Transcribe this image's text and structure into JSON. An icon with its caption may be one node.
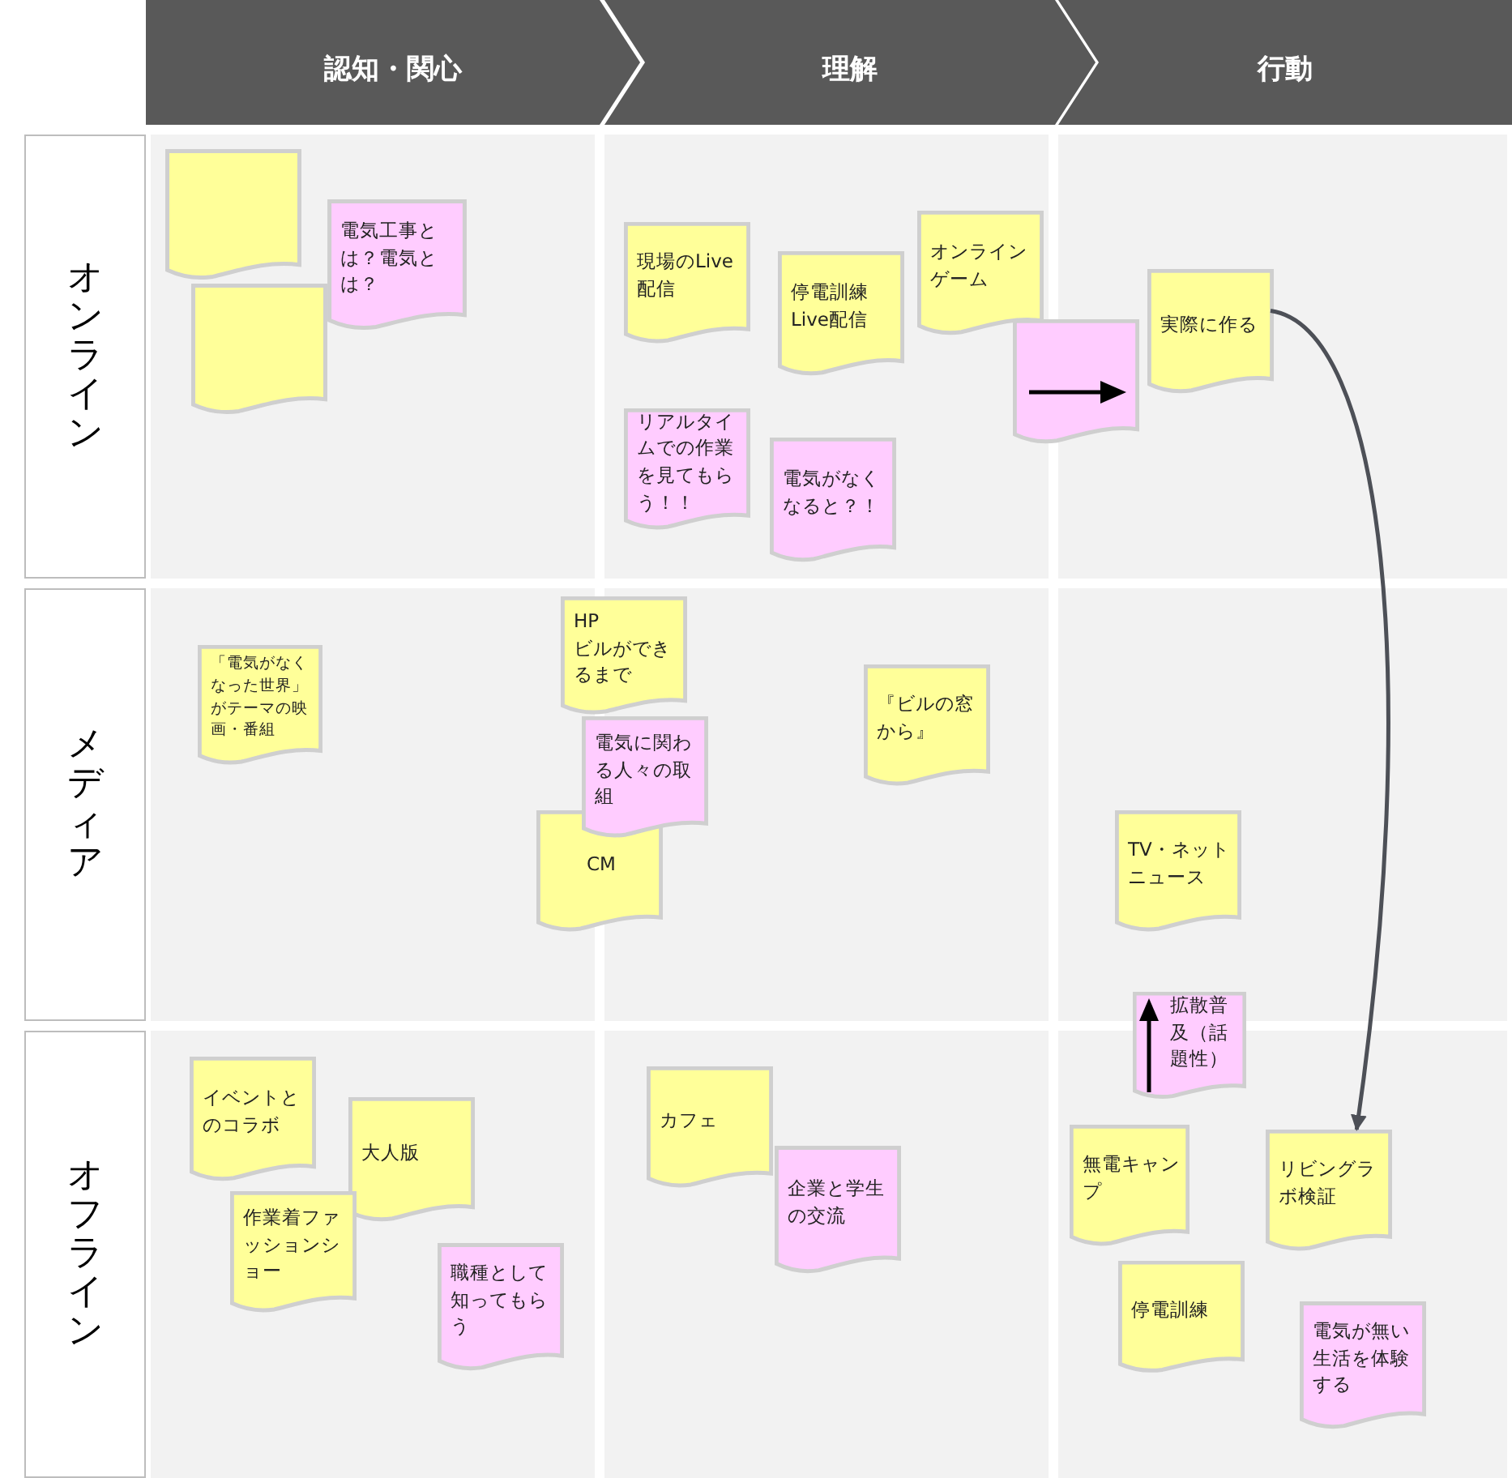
{
  "diagram": {
    "nodes": [
      {
        "text": [
          "認知・関心"
        ]
      },
      {
        "text": [
          "理解"
        ]
      },
      {
        "text": [
          "行動"
        ]
      },
      {
        "text": [
          "オンライン"
        ]
      },
      {
        "text": [
          "メディア"
        ]
      },
      {
        "text": [
          "オフライン"
        ]
      },
      {
        "text": [],
        "shape": "box"
      },
      {
        "text": [
          "電気工事とは？電気とは？"
        ]
      },
      {
        "text": [],
        "shape": "box"
      },
      {
        "text": [
          "現場のLive配信"
        ]
      },
      {
        "text": [
          "停電訓練Live配信"
        ]
      },
      {
        "text": [
          "オンラインゲーム"
        ]
      },
      {
        "text": [],
        "shape": "box"
      },
      {
        "text": [
          "実際に作る"
        ]
      },
      {
        "text": [
          "リアルタイムでの作業を見てもらう！！"
        ]
      },
      {
        "text": [
          "電気がなくなると？！"
        ]
      },
      {
        "text": [
          "「電気がなくなった世界」がテーマの映画・番組"
        ]
      },
      {
        "text": [
          "HP",
          "ビルができるまで"
        ]
      },
      {
        "text": [
          "CM"
        ]
      },
      {
        "text": [
          "電気に関わる人々の取組"
        ]
      },
      {
        "text": [
          "『ビルの窓から』"
        ]
      },
      {
        "text": [
          "TV・ネットニュース"
        ]
      },
      {
        "text": [
          "拡散普及（話題性）"
        ]
      },
      {
        "text": [
          "イベントとのコラボ"
        ]
      },
      {
        "text": [
          "大人版"
        ]
      },
      {
        "text": [
          "作業着ファッションショー"
        ]
      },
      {
        "text": [
          "職種として知ってもらう"
        ]
      },
      {
        "text": [
          "カフェ"
        ]
      },
      {
        "text": [
          "企業と学生の交流"
        ]
      },
      {
        "text": [
          "無電キャンプ"
        ]
      },
      {
        "text": [
          "停電訓練"
        ]
      },
      {
        "text": [
          "リビングラボ検証"
        ]
      },
      {
        "text": [
          "電気が無い生活を体験する"
        ]
      }
    ],
    "edges": [
      {
        "from": 13,
        "to": 31,
        "arrow": "to"
      }
    ]
  }
}
